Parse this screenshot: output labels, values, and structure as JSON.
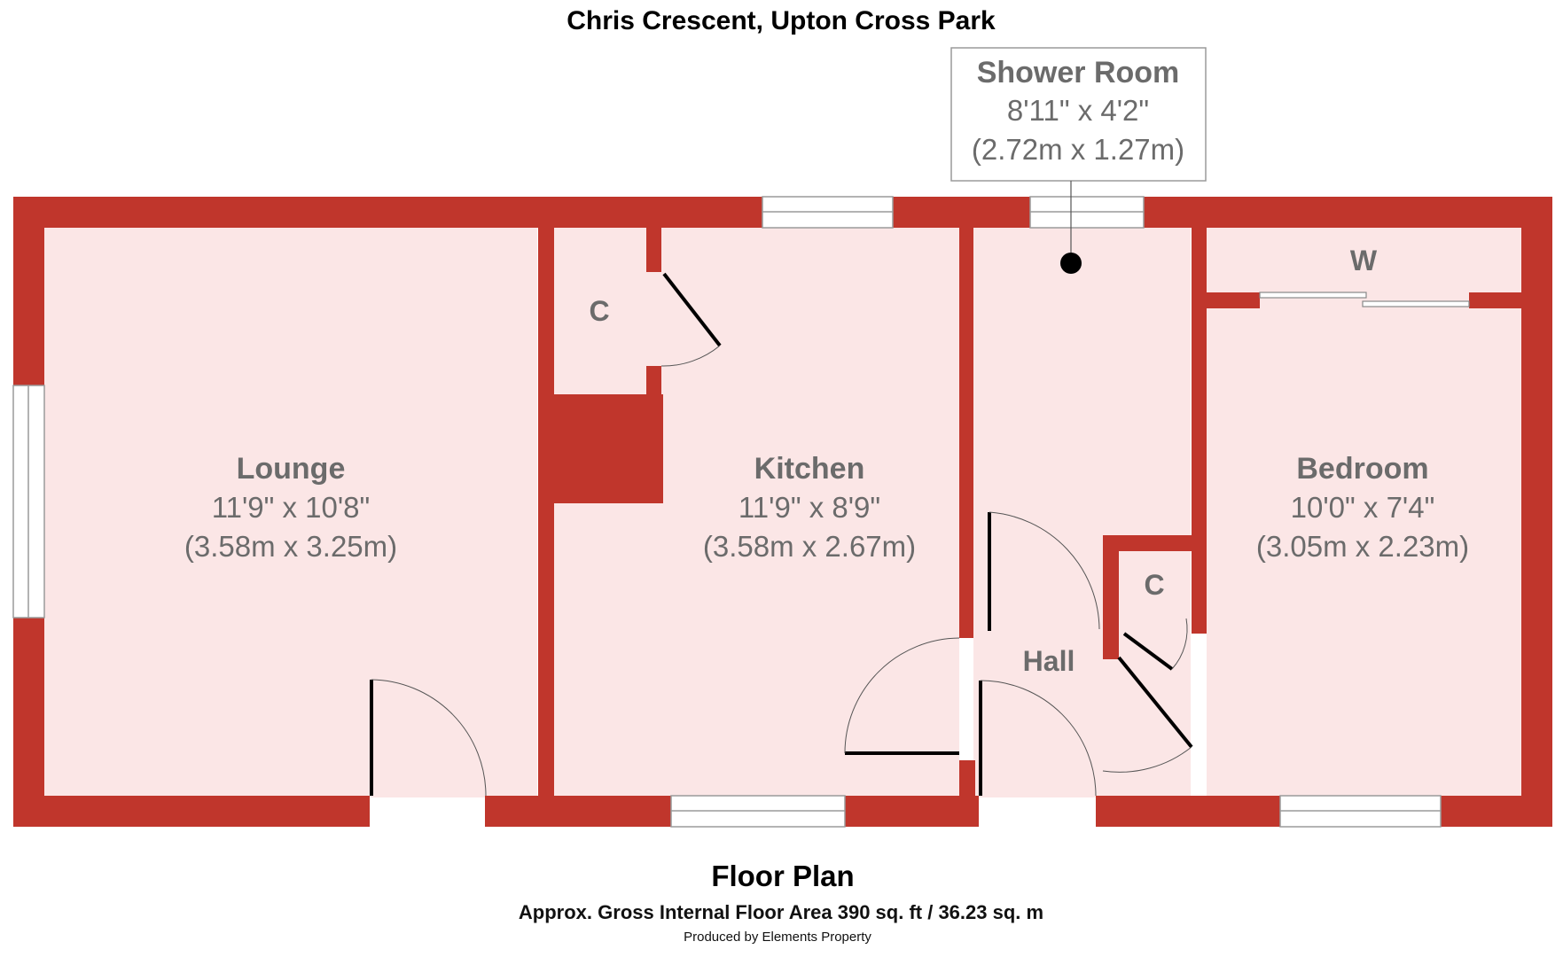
{
  "plan": {
    "title": "Chris Crescent, Upton Cross Park",
    "rooms": {
      "lounge": {
        "name": "Lounge",
        "dim_imperial": "11'9\" x 10'8\"",
        "dim_metric": "(3.58m x 3.25m)"
      },
      "kitchen": {
        "name": "Kitchen",
        "dim_imperial": "11'9\" x 8'9\"",
        "dim_metric": "(3.58m x 2.67m)"
      },
      "bedroom": {
        "name": "Bedroom",
        "dim_imperial": "10'0\" x 7'4\"",
        "dim_metric": "(3.05m x 2.23m)"
      },
      "shower_room": {
        "name": "Shower Room",
        "dim_imperial": "8'11\" x 4'2\"",
        "dim_metric": "(2.72m x 1.27m)"
      },
      "hall": {
        "name": "Hall"
      },
      "kitchen_cupboard": {
        "name": "C"
      },
      "hall_cupboard": {
        "name": "C"
      },
      "wardrobe": {
        "name": "W"
      }
    },
    "footer": {
      "heading": "Floor Plan",
      "area": "Approx. Gross Internal Floor Area 390 sq. ft / 36.23 sq. m",
      "credit": "Produced by Elements Property"
    }
  },
  "colors": {
    "wall": "#c0362c",
    "floor": "#fbe6e6",
    "window": "#ffffff",
    "label": "#6b6b6b"
  }
}
